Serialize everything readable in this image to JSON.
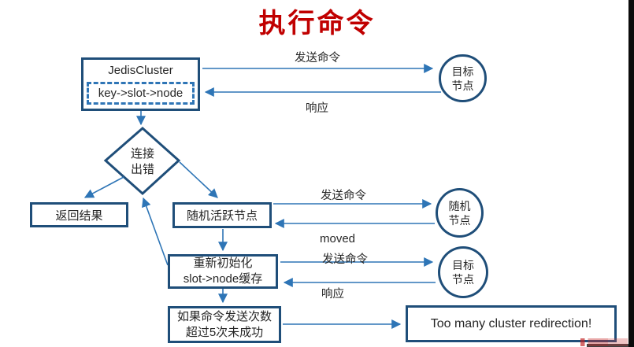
{
  "title": "执行命令",
  "colors": {
    "title": "#c00000",
    "node_border": "#1f4e79",
    "arrow": "#2e75b6",
    "text": "#262626"
  },
  "nodes": {
    "jedis_cluster": {
      "label": "JedisCluster",
      "mapping": "key->slot->node"
    },
    "target_node_top": {
      "line1": "目标",
      "line2": "节点"
    },
    "decision": {
      "line1": "连接",
      "line2": "出错"
    },
    "return_result": {
      "label": "返回结果"
    },
    "random_active": {
      "label": "随机活跃节点"
    },
    "random_node": {
      "line1": "随机",
      "line2": "节点"
    },
    "reinit": {
      "line1": "重新初始化",
      "line2": "slot->node缓存"
    },
    "target_node_mid": {
      "line1": "目标",
      "line2": "节点"
    },
    "retry_check": {
      "line1": "如果命令发送次数",
      "line2": "超过5次未成功"
    },
    "too_many": {
      "label": "Too many cluster redirection!"
    }
  },
  "edge_labels": {
    "send_top": "发送命令",
    "response_top": "响应",
    "send_random": "发送命令",
    "moved": "moved",
    "send_mid": "发送命令",
    "response_mid": "响应"
  }
}
